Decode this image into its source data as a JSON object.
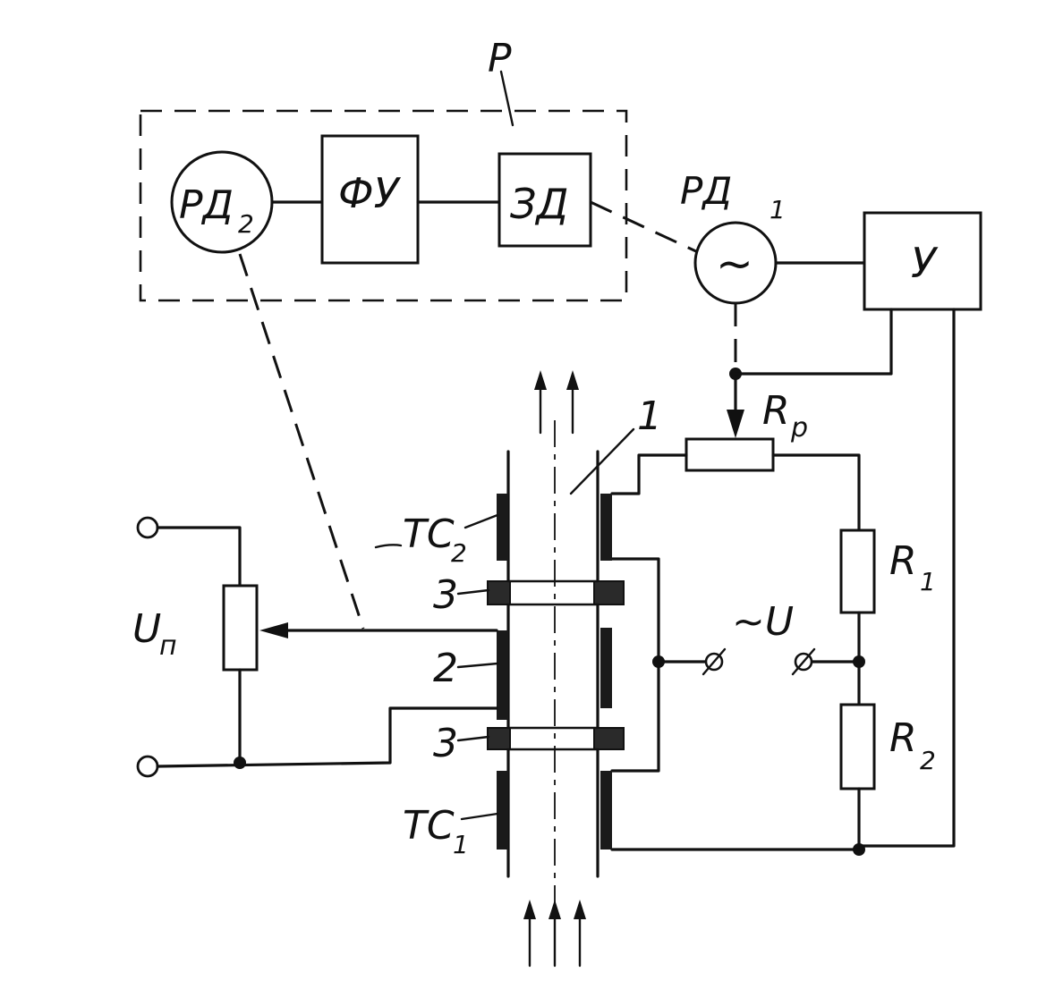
{
  "labels": {
    "regulator": "Р",
    "rd2_main": "РД",
    "rd2_sub": "2",
    "fu": "ФУ",
    "zd": "ЗД",
    "rd1_main": "РД",
    "rd1_sub": "1",
    "rd1_symbol": "~",
    "amplifier": "У",
    "rp_main": "R",
    "rp_sub": "р",
    "r1_main": "R",
    "r1_sub": "1",
    "r2_main": "R",
    "r2_sub": "2",
    "ac_source": "~U",
    "tc2_main": "ТС",
    "tc2_sub": "2",
    "tc1_main": "ТС",
    "tc1_sub": "1",
    "up_main": "U",
    "up_sub": "п",
    "num_1": "1",
    "num_2": "2",
    "num_3_top": "3",
    "num_3_bottom": "3"
  }
}
